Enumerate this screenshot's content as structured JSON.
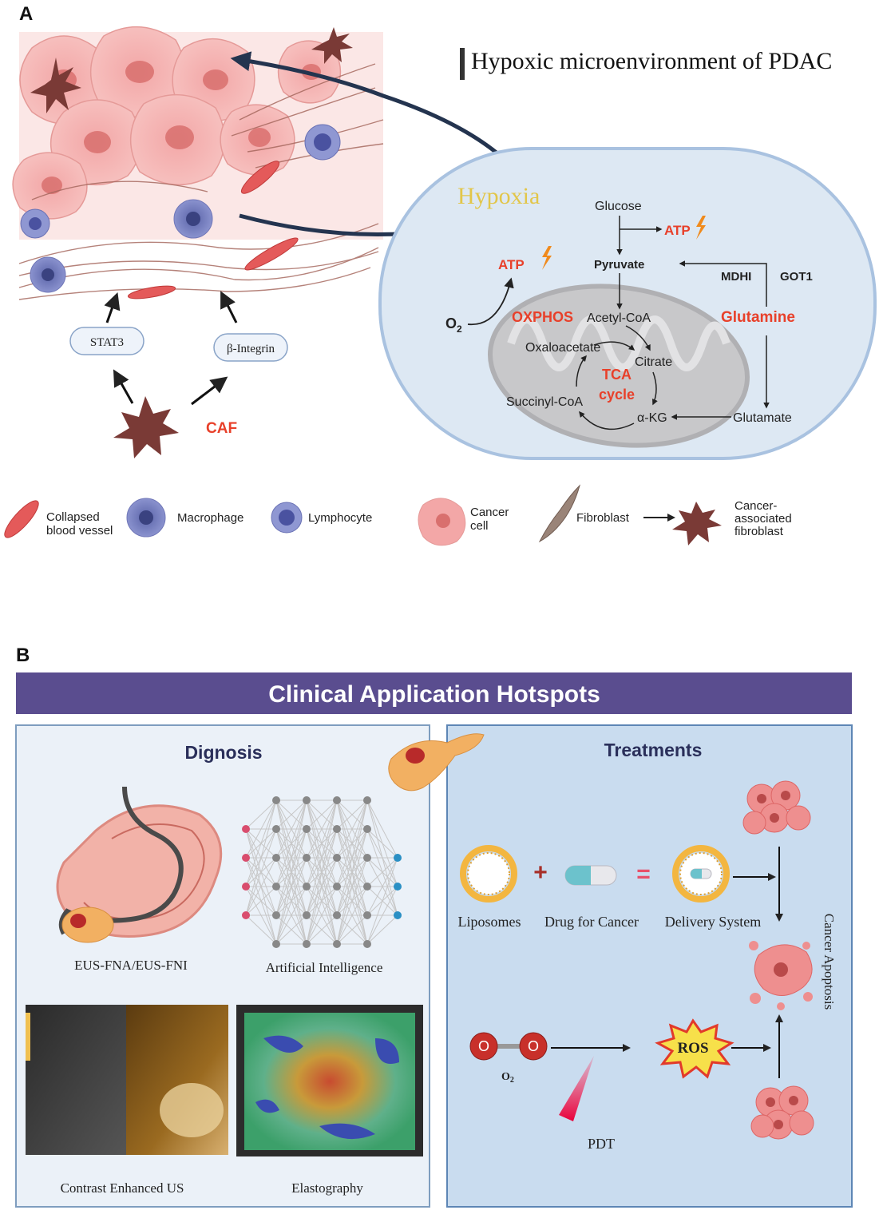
{
  "panel_a": {
    "letter": "A",
    "title": "Hypoxic microenvironment of PDAC",
    "hypoxia": "Hypoxia",
    "stat3": "STAT3",
    "integrin": "β-Integrin",
    "caf": "CAF",
    "pathway": {
      "glucose": "Glucose",
      "atp_top": "ATP",
      "pyruvate": "Pyruvate",
      "atp_left": "ATP",
      "mdhi": "MDHI",
      "got1": "GOT1",
      "o2": "O",
      "o2_sub": "2",
      "oxphos": "OXPHOS",
      "acetyl_coa": "Acetyl-CoA",
      "glutamine": "Glutamine",
      "oxaloacetate": "Oxaloacetate",
      "citrate": "Citrate",
      "tca_1": "TCA",
      "tca_2": "cycle",
      "succinyl_coa": "Succinyl-CoA",
      "akg": "α-KG",
      "glutamate": "Glutamate"
    },
    "legend": {
      "vessel_1": "Collapsed",
      "vessel_2": "blood vessel",
      "macrophage": "Macrophage",
      "lymphocyte": "Lymphocyte",
      "cancer_1": "Cancer",
      "cancer_2": "cell",
      "fibroblast": "Fibroblast",
      "caf_1": "Cancer-",
      "caf_2": "associated",
      "caf_3": "fibroblast"
    }
  },
  "panel_b": {
    "letter": "B",
    "banner": "Clinical Application Hotspots",
    "diagnosis": {
      "title": "Dignosis",
      "eus": "EUS-FNA/EUS-FNI",
      "ai": "Artificial Intelligence",
      "ceus": "Contrast Enhanced US",
      "elasto": "Elastography"
    },
    "treatments": {
      "title": "Treatments",
      "plus": "+",
      "equals": "=",
      "liposomes": "Liposomes",
      "drug": "Drug for Cancer",
      "delivery": "Delivery System",
      "o2": "O",
      "o2_sub": "2",
      "ros": "ROS",
      "pdt": "PDT",
      "apoptosis": "Cancer Apoptosis"
    }
  },
  "colors": {
    "red_label": "#e8402a",
    "banner": "#5a4d8f",
    "hypoxia": "#e2c64a",
    "cell_fill": "#dde8f3",
    "cell_border": "#a9c2e0"
  }
}
